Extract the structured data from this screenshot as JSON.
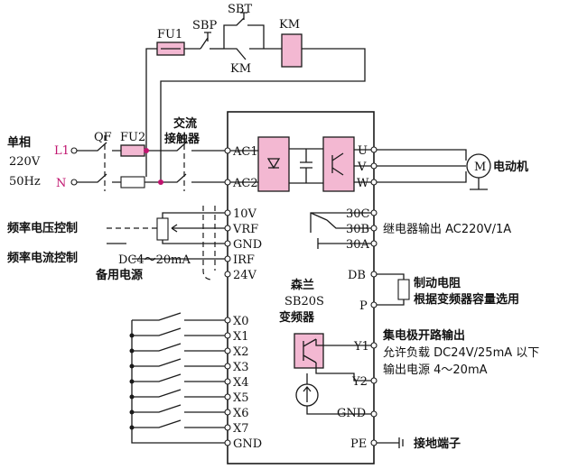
{
  "top": {
    "fu1": "FU1",
    "sbp": "SBP",
    "sbt": "SBT",
    "km": "KM",
    "km_contact": "KM"
  },
  "supply": {
    "phase": "单相",
    "voltage": "220V",
    "freq": "50Hz",
    "l1": "L1",
    "n": "N",
    "qf": "QF",
    "fu2": "FU2",
    "contactor_l1": "交流",
    "contactor_l2": "接触器"
  },
  "terminals": {
    "ac1": "AC1",
    "ac2": "AC2",
    "u": "U",
    "v": "V",
    "w": "W",
    "t10v": "10V",
    "vrf": "VRF",
    "gnd1": "GND",
    "irf": "IRF",
    "t24v": "24V",
    "c30": "30C",
    "b30": "30B",
    "a30": "30A",
    "db": "DB",
    "p": "P",
    "x": [
      "X0",
      "X1",
      "X2",
      "X3",
      "X4",
      "X5",
      "X6",
      "X7"
    ],
    "gnd_bottom": "GND",
    "y1": "Y1",
    "y2": "Y2",
    "gnd_right": "GND",
    "pe": "PE"
  },
  "labels": {
    "motor_symbol": "M",
    "motor": "电动机",
    "freq_voltage": "频率电压控制",
    "freq_current": "频率电流控制",
    "dc_range": "DC4～20mA",
    "backup_power": "备用电源",
    "relay_output": "继电器输出 AC220V/1A",
    "brake_l1": "制动电阻",
    "brake_l2": "根据变频器容量选用",
    "vfd_l1": "森兰",
    "vfd_l2": "SB20S",
    "vfd_l3": "变频器",
    "oc_l1": "集电极开路输出",
    "oc_l2": "允许负载 DC24V/25mA 以下",
    "oc_l3": "输出电源 4～20mA",
    "ground": "接地端子"
  },
  "colors": {
    "accent": "#c0136e",
    "highlight": "#f3b8d2",
    "line": "#1a1a1a"
  }
}
